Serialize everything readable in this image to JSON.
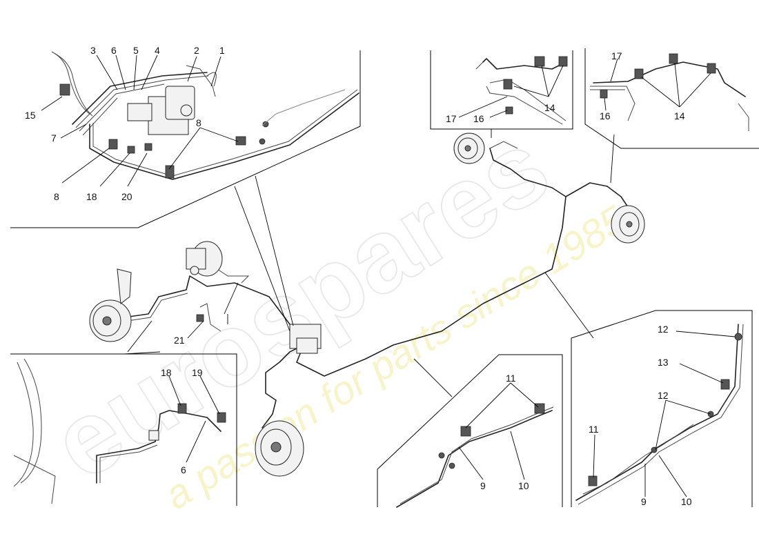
{
  "watermark": {
    "brand": "eurospares",
    "tagline": "a passion for parts since 1985"
  },
  "callouts": {
    "p1": "1",
    "p2": "2",
    "p3": "3",
    "p4": "4",
    "p5": "5",
    "p6": "6",
    "p15": "15",
    "p7": "7",
    "p8a": "8",
    "p8b": "8",
    "p18a": "18",
    "p20": "20",
    "p17a": "17",
    "p16a": "16",
    "p14a": "14",
    "p17b": "17",
    "p16b": "16",
    "p14b": "14",
    "p21": "21",
    "p18b": "18",
    "p19": "19",
    "p6b": "6",
    "p11a": "11",
    "p9a": "9",
    "p10a": "10",
    "p12a": "12",
    "p13": "13",
    "p12b": "12",
    "p11b": "11",
    "p9b": "9",
    "p10b": "10"
  }
}
